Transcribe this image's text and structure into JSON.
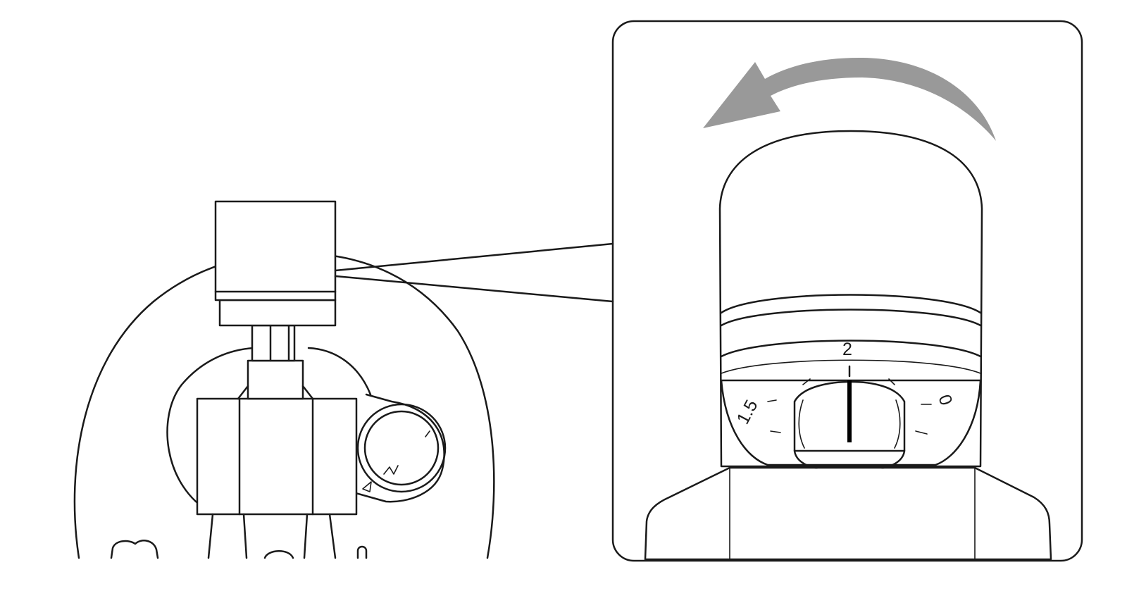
{
  "detail_view": {
    "rotation_arrow": {
      "color": "#999999"
    },
    "dial_scale": {
      "labels": [
        "1.5",
        "2",
        "0"
      ],
      "current_setting": "2"
    }
  },
  "colors": {
    "line": "#1a1a1a",
    "arrow": "#999999",
    "background": "#ffffff"
  }
}
